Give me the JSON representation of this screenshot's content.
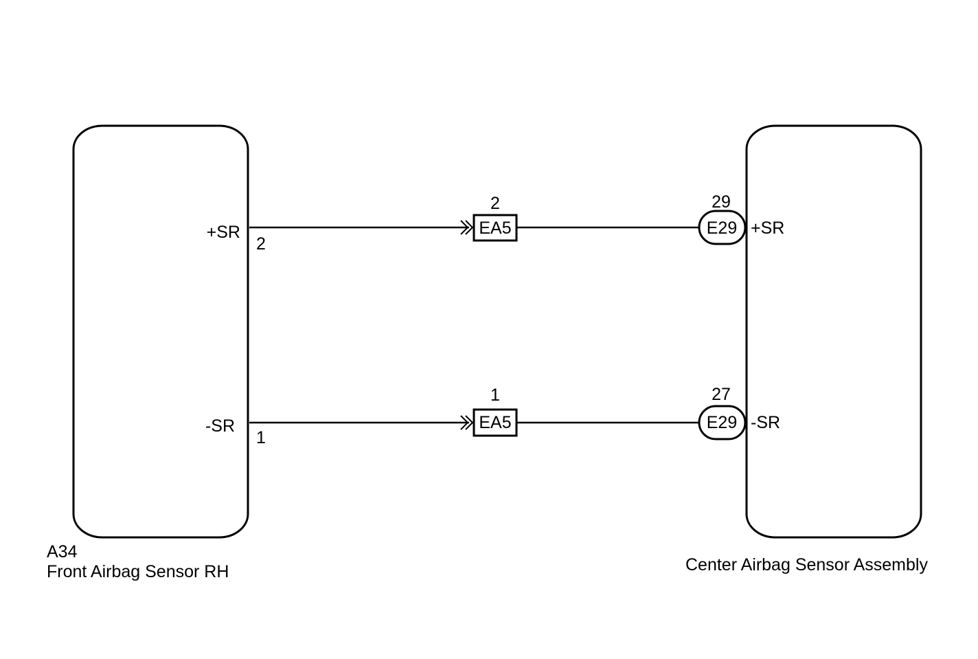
{
  "colors": {
    "line": "#000000",
    "background": "#ffffff"
  },
  "left_component": {
    "code": "A34",
    "name": "Front Airbag Sensor RH"
  },
  "right_component": {
    "name": "Center Airbag Sensor Assembly"
  },
  "circuits": [
    {
      "left_signal": "+SR",
      "left_pin": "2",
      "junction_connector": "EA5",
      "junction_pin": "2",
      "right_connector": "E29",
      "right_pin": "29",
      "right_signal": "+SR"
    },
    {
      "left_signal": "-SR",
      "left_pin": "1",
      "junction_connector": "EA5",
      "junction_pin": "1",
      "right_connector": "E29",
      "right_pin": "27",
      "right_signal": "-SR"
    }
  ]
}
